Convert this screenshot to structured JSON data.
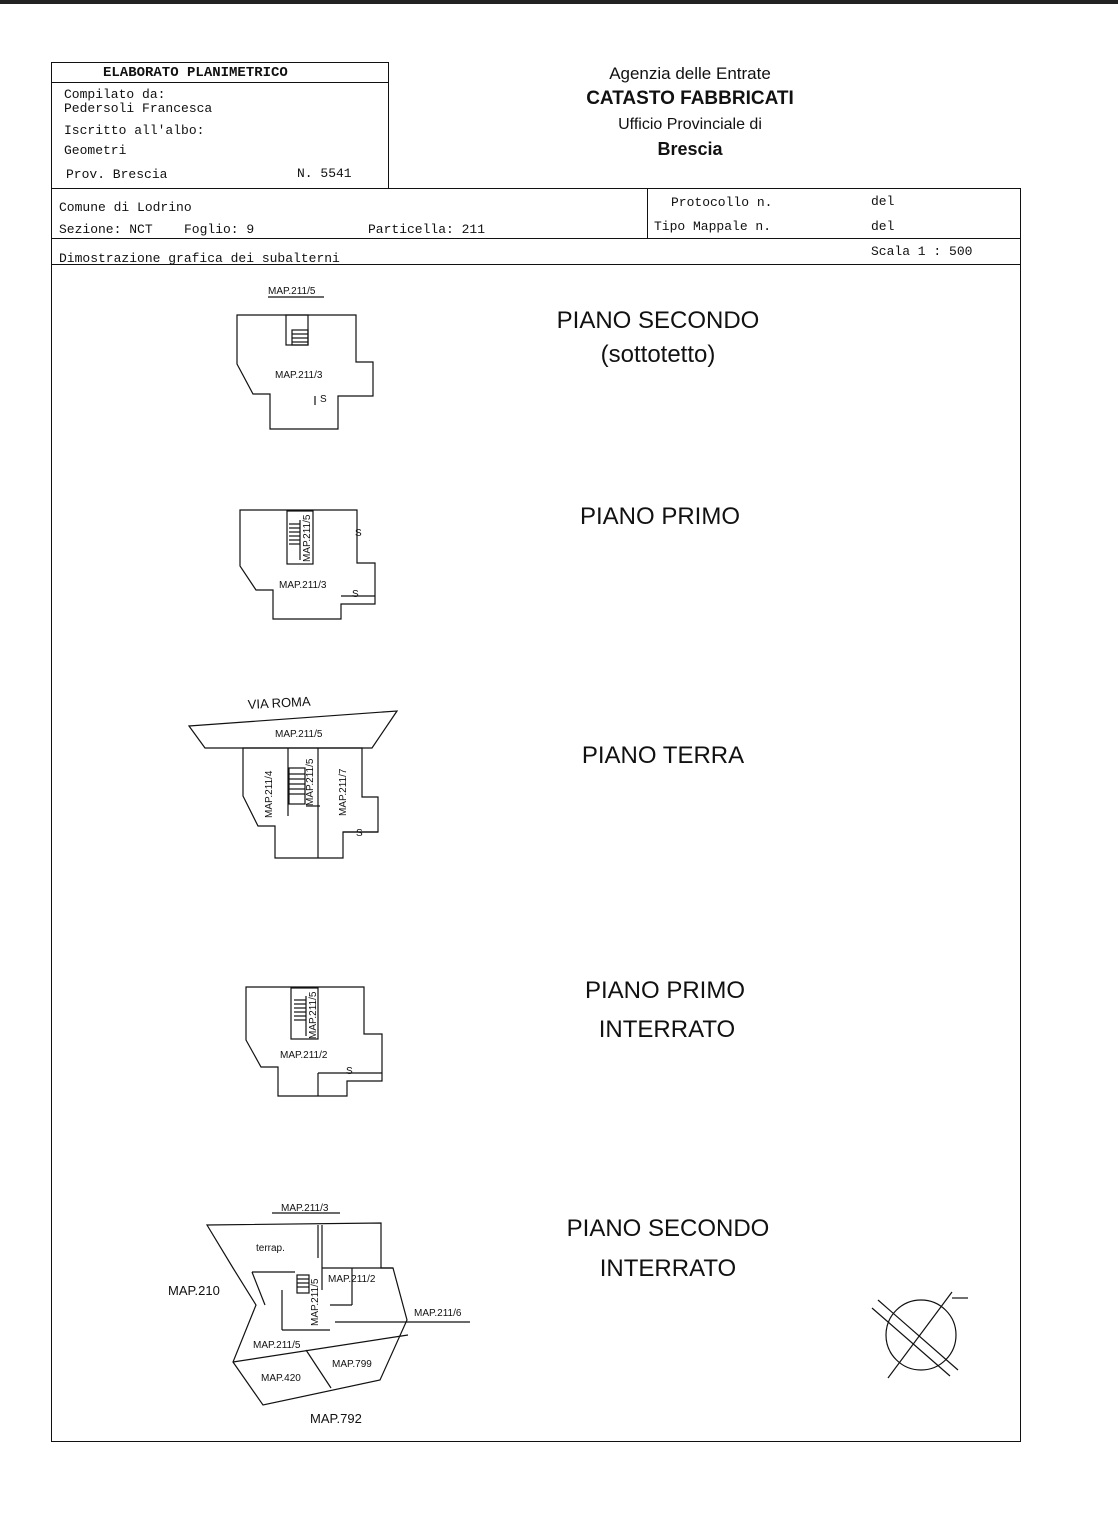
{
  "header": {
    "title": "ELABORATO PLANIMETRICO",
    "compilato_label": "Compilato da:",
    "compilato_name": "Pedersoli Francesca",
    "iscritto_label": "Iscritto all'albo:",
    "iscritto_value": "Geometri",
    "prov": "Prov. Brescia",
    "number": "N. 5541"
  },
  "agency": {
    "line1": "Agenzia delle Entrate",
    "line2": "CATASTO FABBRICATI",
    "line3": "Ufficio Provinciale di",
    "line4": "Brescia"
  },
  "info": {
    "comune": "Comune di Lodrino",
    "sezione": "Sezione: NCT",
    "foglio": "Foglio: 9",
    "particella": "Particella: 211",
    "protocollo": "Protocollo n.",
    "protocollo_del": "del",
    "tipo_mappale": "Tipo Mappale n.",
    "tipo_del": "del",
    "scala": "Scala 1 : 500",
    "dimostrazione": "Dimostrazione grafica dei subalterni"
  },
  "floors": {
    "f1": {
      "title1": "PIANO SECONDO",
      "title2": "(sottotetto)",
      "labels": {
        "top": "MAP.211/5",
        "main": "MAP.211/3",
        "s": "S"
      }
    },
    "f2": {
      "title1": "PIANO PRIMO",
      "labels": {
        "stair": "MAP.211/5",
        "main": "MAP.211/3",
        "s1": "S",
        "s2": "S"
      }
    },
    "f3": {
      "title1": "PIANO TERRA",
      "labels": {
        "street": "VIA ROMA",
        "top": "MAP.211/5",
        "left": "MAP.211/4",
        "mid": "MAP.211/5",
        "right": "MAP.211/7",
        "s": "S"
      }
    },
    "f4": {
      "title1": "PIANO PRIMO",
      "title2": "INTERRATO",
      "labels": {
        "stair": "MAP.211/5",
        "main": "MAP.211/2",
        "s": "S"
      }
    },
    "f5": {
      "title1": "PIANO SECONDO",
      "title2": "INTERRATO",
      "labels": {
        "top": "MAP.211/3",
        "terrap": "terrap.",
        "p2": "MAP.211/2",
        "map210": "MAP.210",
        "mid": "MAP.211/5",
        "p6": "MAP.211/6",
        "p5": "MAP.211/5",
        "map799": "MAP.799",
        "map420": "MAP.420",
        "map792": "MAP.792"
      }
    }
  }
}
